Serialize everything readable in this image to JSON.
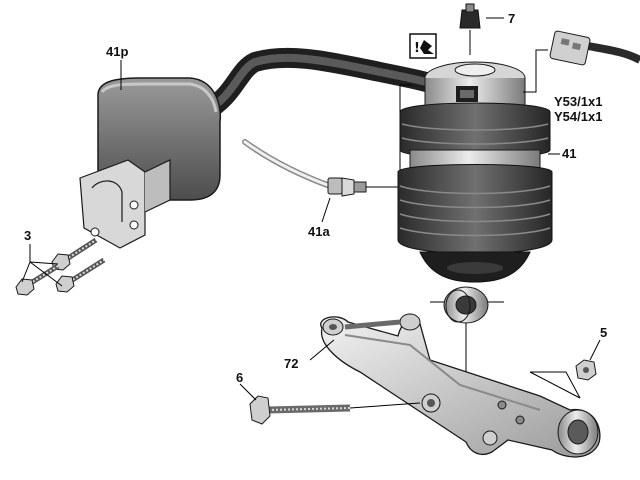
{
  "diagram": {
    "labels": {
      "part_7": "7",
      "part_41p": "41p",
      "connector_y53": "Y53/1x1",
      "connector_y54": "Y54/1x1",
      "part_41": "41",
      "part_41a": "41a",
      "part_3": "3",
      "part_5": "5",
      "part_72": "72",
      "part_6": "6"
    },
    "warning_symbol": {
      "icon": "attention-note-icon",
      "text": "!"
    },
    "colors": {
      "metal_light": "#e6e6e6",
      "metal_mid": "#b8b8b8",
      "metal_dark": "#6e6e6e",
      "rubber_dark": "#2e2e2e",
      "outline": "#1a1a1a"
    }
  }
}
